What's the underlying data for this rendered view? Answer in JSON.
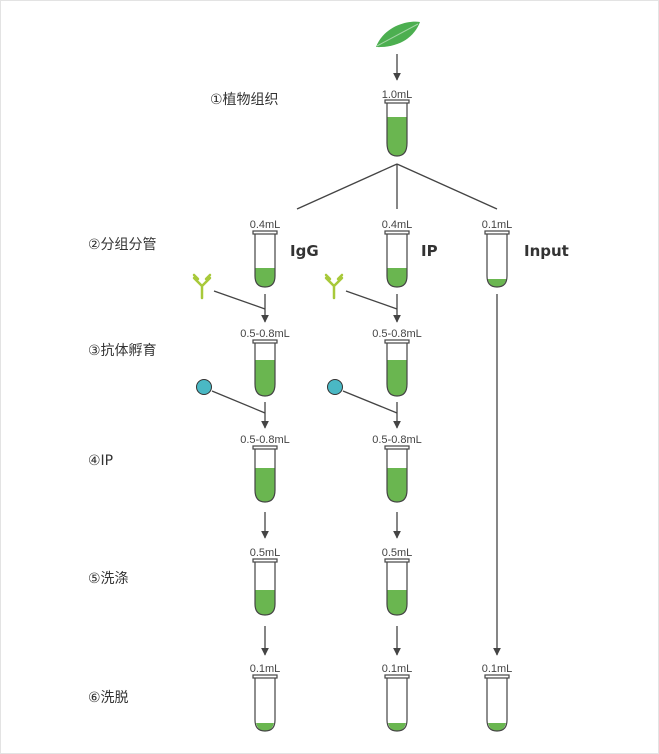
{
  "steps": [
    "①植物组织",
    "②分组分管",
    "③抗体孵育",
    "④IP",
    "⑤洗涤",
    "⑥洗脱"
  ],
  "columns": {
    "igg": "IgG",
    "ip": "IP",
    "input": "Input"
  },
  "volumes": {
    "start": "1.0mL",
    "igg_split": "0.4mL",
    "ip_split": "0.4mL",
    "input_split": "0.1mL",
    "igg_antibody": "0.5-0.8mL",
    "ip_antibody": "0.5-0.8mL",
    "igg_ip": "0.5-0.8mL",
    "ip_ip": "0.5-0.8mL",
    "igg_wash": "0.5mL",
    "ip_wash": "0.5mL",
    "igg_elute": "0.1mL",
    "ip_elute": "0.1mL",
    "input_elute": "0.1mL"
  },
  "colors": {
    "liquid": "#6ab650",
    "leaf": "#4caf50",
    "antibody": "#a8c93a",
    "bead": "#4ab8c4",
    "line": "#444444"
  },
  "icons": [
    "leaf-icon",
    "antibody-icon",
    "bead-icon",
    "tube-icon"
  ]
}
